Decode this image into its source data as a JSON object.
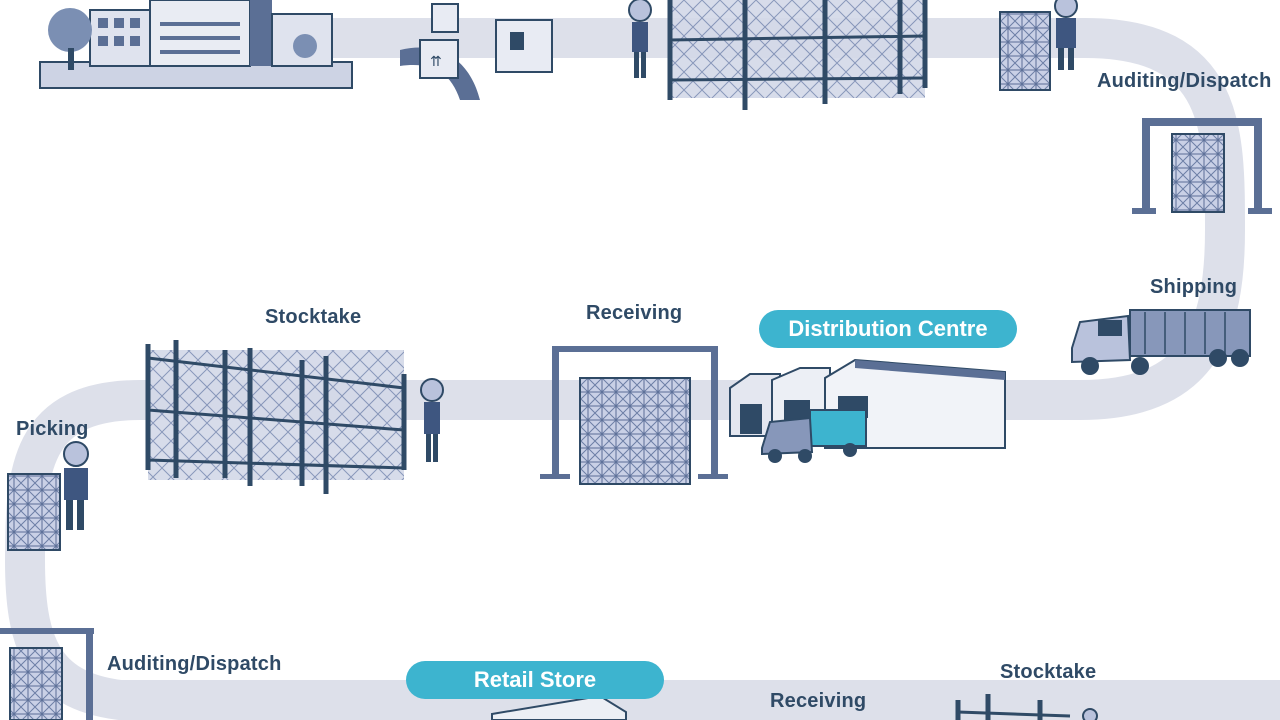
{
  "labels": {
    "auditing_dispatch_top": "Auditing/Dispatch",
    "shipping": "Shipping",
    "distribution_centre": "Distribution Centre",
    "receiving_middle": "Receiving",
    "stocktake_middle": "Stocktake",
    "picking": "Picking",
    "auditing_dispatch_bottom": "Auditing/Dispatch",
    "retail_store": "Retail Store",
    "receiving_bottom": "Receiving",
    "stocktake_bottom": "Stocktake"
  },
  "colors": {
    "path": "#dde0ea",
    "navy": "#2f4a66",
    "pill": "#3db4cf",
    "rack_fill": "#c7cde0",
    "box": "#b9c2dc"
  }
}
